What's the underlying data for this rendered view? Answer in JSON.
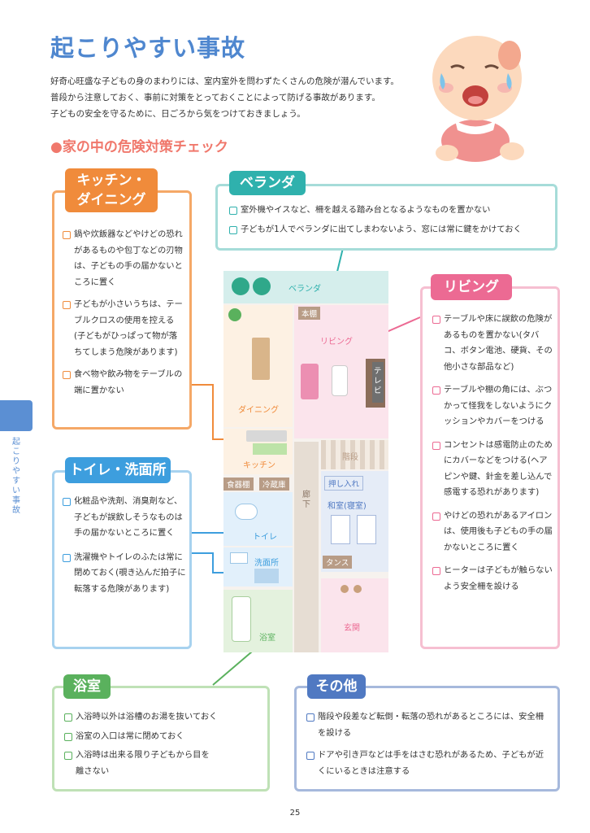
{
  "header": {
    "title": "起こりやすい事故",
    "intro": [
      "好奇心旺盛な子どもの身のまわりには、室内室外を問わずたくさんの危険が潜んでいます。",
      "普段から注意しておく、事前に対策をとっておくことによって防げる事故があります。",
      "子どもの安全を守るために、日ごろから気をつけておきましょう。"
    ],
    "section_title": "家の中の危険対策チェック"
  },
  "side_tab": {
    "text": [
      "起",
      "こ",
      "り",
      "や",
      "す",
      "い",
      "事",
      "故"
    ]
  },
  "kitchen": {
    "label_line1": "キッチン・",
    "label_line2": "ダイニング",
    "items": [
      "鍋や炊飯器などやけどの恐れがあるものや包丁などの刃物は、子どもの手の届かないところに置く",
      "子どもが小さいうちは、テーブルクロスの使用を控える(子どもがひっぱって物が落ちてしまう危険があります)",
      "食べ物や飲み物をテーブルの端に置かない"
    ]
  },
  "veranda": {
    "label": "ベランダ",
    "items": [
      "室外機やイスなど、柵を越える踏み台となるようなものを置かない",
      "子どもが1人でベランダに出てしまわないよう、窓には常に鍵をかけておく"
    ]
  },
  "living": {
    "label": "リビング",
    "items": [
      "テーブルや床に誤飲の危険があるものを置かない(タバコ、ボタン電池、硬貨、その他小さな部品など)",
      "テーブルや棚の角には、ぶつかって怪我をしないようにクッションやカバーをつける",
      "コンセントは感電防止のためにカバーなどをつける(ヘアピンや鍵、針金を差し込んで感電する恐れがあります)",
      "やけどの恐れがあるアイロンは、使用後も子どもの手の届かないところに置く",
      "ヒーターは子どもが触らないよう安全柵を設ける"
    ]
  },
  "toilet": {
    "label": "トイレ・洗面所",
    "items": [
      "化粧品や洗剤、消臭剤など、子どもが誤飲しそうなものは手の届かないところに置く",
      "洗濯機やトイレのふたは常に閉めておく(覗き込んだ拍子に転落する危険があります)"
    ]
  },
  "bath": {
    "label": "浴室",
    "items": [
      "入浴時以外は浴槽のお湯を抜いておく",
      "浴室の入口は常に閉めておく",
      "入浴時は出来る限り子どもから目を離さない"
    ]
  },
  "other": {
    "label": "その他",
    "items": [
      "階段や段差など転倒・転落の恐れがあるところには、安全柵を設ける",
      "ドアや引き戸などは手をはさむ恐れがあるため、子どもが近くにいるときは注意する"
    ]
  },
  "floorplan": {
    "veranda": "ベランダ",
    "bookshelf": "本棚",
    "living": "リビング",
    "tv": "テレビ",
    "dining": "ダイニング",
    "kitchen": "キッチン",
    "cupboard": "食器棚",
    "fridge": "冷蔵庫",
    "stairs": "階段",
    "closet": "押し入れ",
    "bedroom": "和室(寝室)",
    "corridor": "廊下",
    "dresser": "タンス",
    "toilet": "トイレ",
    "washroom": "洗面所",
    "bathroom": "浴室",
    "entrance": "玄関"
  },
  "page_number": "25",
  "colors": {
    "title_blue": "#4f87cf",
    "section_coral": "#f0786c",
    "kitchen_orange": "#f08b3b",
    "veranda_teal": "#2fb1ad",
    "living_pink": "#ec6a93",
    "toilet_blue": "#3d9ede",
    "bath_green": "#5ab15d",
    "other_navy": "#5079c2"
  }
}
